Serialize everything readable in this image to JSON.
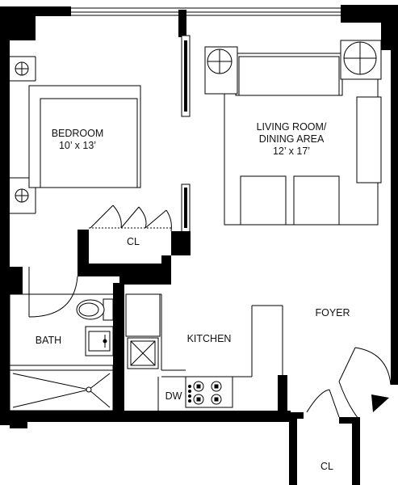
{
  "rooms": {
    "bedroom": {
      "name": "BEDROOM",
      "size": "10’ x 13’"
    },
    "living": {
      "name_line1": "LIVING ROOM/",
      "name_line2": "DINING AREA",
      "size": "12’ x 17’"
    },
    "closet_bedroom": {
      "name": "CL"
    },
    "bath": {
      "name": "BATH"
    },
    "kitchen": {
      "name": "KITCHEN"
    },
    "foyer": {
      "name": "FOYER"
    },
    "dishwasher": {
      "name": "DW"
    },
    "closet_entry": {
      "name": "CL"
    }
  },
  "icons": [
    "armchair-icon",
    "sofa-icon",
    "bed-icon",
    "lamp-icon",
    "toilet-icon",
    "sink-icon",
    "shower-icon",
    "stove-icon",
    "refrigerator-icon",
    "door-swing-icon",
    "entry-arrow-icon"
  ]
}
